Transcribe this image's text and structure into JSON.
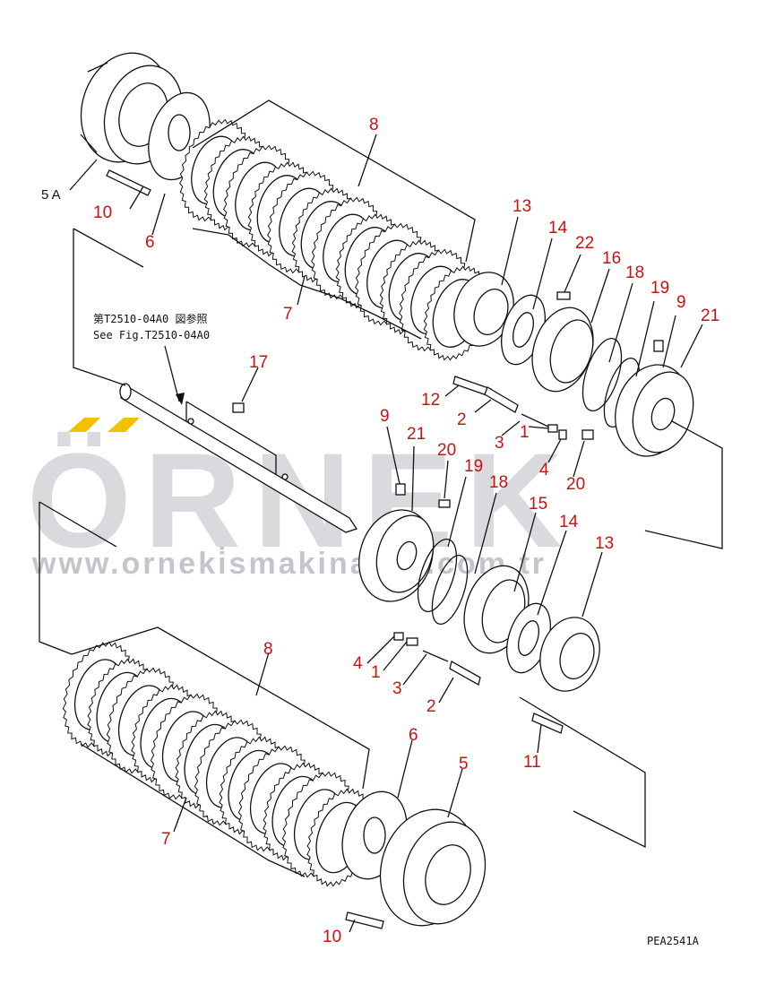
{
  "watermark": {
    "brand": "ÖRNEK",
    "url": "www.orneki̇smakinalari.com.tr",
    "accent_color": "#f2c200"
  },
  "reference_note": {
    "japanese": "第T2510-04A0 図参照",
    "english": "See Fig.T2510-04A0"
  },
  "drawing_code": "PEA2541A",
  "callouts": [
    {
      "id": "c-5a",
      "label": "5 A"
    },
    {
      "id": "c-10-top",
      "label": "10"
    },
    {
      "id": "c-6-top",
      "label": "6"
    },
    {
      "id": "c-8-top",
      "label": "8"
    },
    {
      "id": "c-7-top",
      "label": "7"
    },
    {
      "id": "c-13-top",
      "label": "13"
    },
    {
      "id": "c-14-top",
      "label": "14"
    },
    {
      "id": "c-22",
      "label": "22"
    },
    {
      "id": "c-16",
      "label": "16"
    },
    {
      "id": "c-18-top",
      "label": "18"
    },
    {
      "id": "c-19-top",
      "label": "19"
    },
    {
      "id": "c-9-top",
      "label": "9"
    },
    {
      "id": "c-21-top",
      "label": "21"
    },
    {
      "id": "c-17",
      "label": "17"
    },
    {
      "id": "c-12",
      "label": "12"
    },
    {
      "id": "c-2-top",
      "label": "2"
    },
    {
      "id": "c-3-top",
      "label": "3"
    },
    {
      "id": "c-1-top",
      "label": "1"
    },
    {
      "id": "c-4-top",
      "label": "4"
    },
    {
      "id": "c-20-right",
      "label": "20"
    },
    {
      "id": "c-9-mid",
      "label": "9"
    },
    {
      "id": "c-21-mid",
      "label": "21"
    },
    {
      "id": "c-20-mid",
      "label": "20"
    },
    {
      "id": "c-19-mid",
      "label": "19"
    },
    {
      "id": "c-18-mid",
      "label": "18"
    },
    {
      "id": "c-15",
      "label": "15"
    },
    {
      "id": "c-14-mid",
      "label": "14"
    },
    {
      "id": "c-13-mid",
      "label": "13"
    },
    {
      "id": "c-4-mid",
      "label": "4"
    },
    {
      "id": "c-1-mid",
      "label": "1"
    },
    {
      "id": "c-3-mid",
      "label": "3"
    },
    {
      "id": "c-2-mid",
      "label": "2"
    },
    {
      "id": "c-8-bot",
      "label": "8"
    },
    {
      "id": "c-6-bot",
      "label": "6"
    },
    {
      "id": "c-5",
      "label": "5"
    },
    {
      "id": "c-11",
      "label": "11"
    },
    {
      "id": "c-7-bot",
      "label": "7"
    },
    {
      "id": "c-10-bot",
      "label": "10"
    }
  ]
}
